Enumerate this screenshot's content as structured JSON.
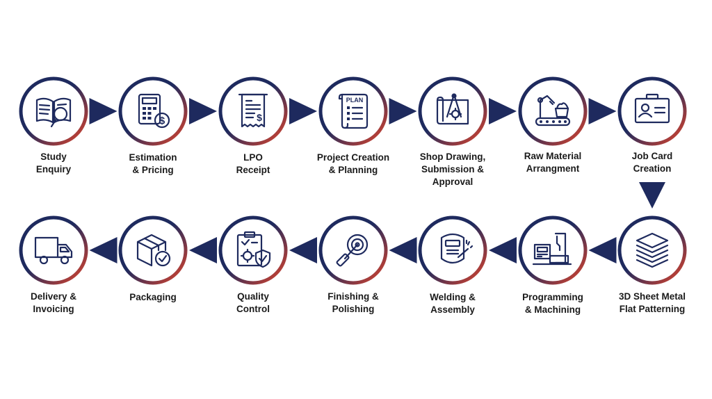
{
  "colors": {
    "navy": "#1e2a5e",
    "red": "#e2452b",
    "icon": "#1e2a5e",
    "text": "#1a1a1a"
  },
  "steps": [
    {
      "lines": [
        "Study",
        "Enquiry"
      ],
      "icon": "book-search-icon"
    },
    {
      "lines": [
        "Estimation",
        "& Pricing"
      ],
      "icon": "calculator-dollar-icon"
    },
    {
      "lines": [
        "LPO",
        "Receipt"
      ],
      "icon": "receipt-icon"
    },
    {
      "lines": [
        "Project Creation",
        "& Planning"
      ],
      "icon": "plan-scroll-icon"
    },
    {
      "lines": [
        "Shop Drawing,",
        "Submission &",
        "Approval"
      ],
      "icon": "blueprint-compass-icon"
    },
    {
      "lines": [
        "Raw Material",
        "Arrangment"
      ],
      "icon": "conveyor-robot-icon"
    },
    {
      "lines": [
        "Job Card",
        "Creation"
      ],
      "icon": "id-card-icon"
    },
    {
      "lines": [
        "3D Sheet Metal",
        "Flat Patterning"
      ],
      "icon": "layers-icon"
    },
    {
      "lines": [
        "Programming",
        "& Machining"
      ],
      "icon": "cnc-machine-icon"
    },
    {
      "lines": [
        "Welding &",
        "Assembly"
      ],
      "icon": "welding-mask-icon"
    },
    {
      "lines": [
        "Finishing &",
        "Polishing"
      ],
      "icon": "polishing-tool-icon"
    },
    {
      "lines": [
        "Quality",
        "Control"
      ],
      "icon": "clipboard-gear-shield-icon"
    },
    {
      "lines": [
        "Packaging"
      ],
      "icon": "box-check-icon"
    },
    {
      "lines": [
        "Delivery &",
        "Invoicing"
      ],
      "icon": "delivery-truck-icon"
    }
  ]
}
